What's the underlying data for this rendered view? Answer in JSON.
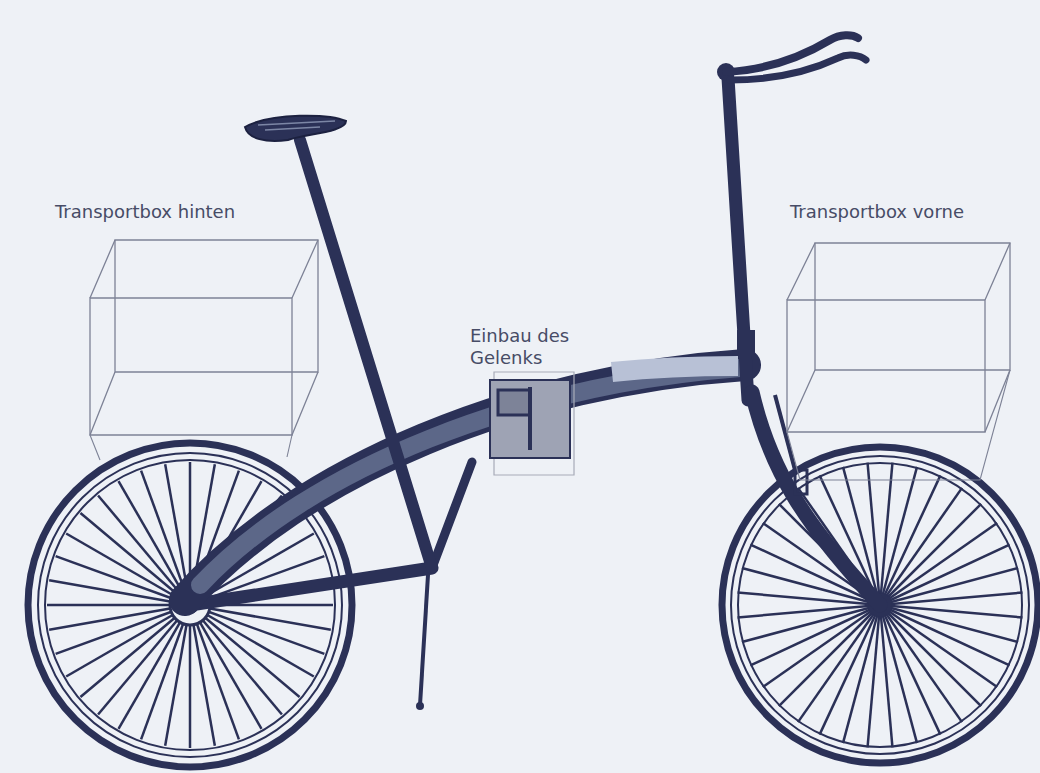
{
  "diagram": {
    "nodes": [
      {
        "text": [
          "Transportbox hinten"
        ]
      },
      {
        "text": [
          "Transportbox vorne"
        ]
      },
      {
        "text": [
          "Einbau des Gelenks"
        ]
      }
    ]
  }
}
